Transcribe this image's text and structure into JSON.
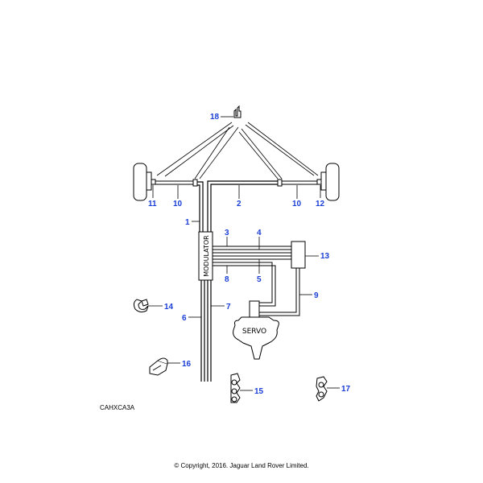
{
  "diagram": {
    "colors": {
      "callout": "#1a3fd6",
      "line": "#000000",
      "background": "#ffffff"
    },
    "component_labels": {
      "modulator": "MODULATOR",
      "servo": "SERVO"
    },
    "callouts": [
      {
        "id": "1",
        "label": "1"
      },
      {
        "id": "2",
        "label": "2"
      },
      {
        "id": "3",
        "label": "3"
      },
      {
        "id": "4",
        "label": "4"
      },
      {
        "id": "5",
        "label": "5"
      },
      {
        "id": "6",
        "label": "6"
      },
      {
        "id": "7",
        "label": "7"
      },
      {
        "id": "8",
        "label": "8"
      },
      {
        "id": "9",
        "label": "9"
      },
      {
        "id": "10a",
        "label": "10"
      },
      {
        "id": "10b",
        "label": "10"
      },
      {
        "id": "11",
        "label": "11"
      },
      {
        "id": "12",
        "label": "12"
      },
      {
        "id": "13",
        "label": "13"
      },
      {
        "id": "14",
        "label": "14"
      },
      {
        "id": "15",
        "label": "15"
      },
      {
        "id": "16",
        "label": "16"
      },
      {
        "id": "17",
        "label": "17"
      },
      {
        "id": "18",
        "label": "18"
      }
    ],
    "reference_code": "CAHXCA3A",
    "copyright": "© Copyright, 2016. Jaguar Land Rover Limited."
  }
}
